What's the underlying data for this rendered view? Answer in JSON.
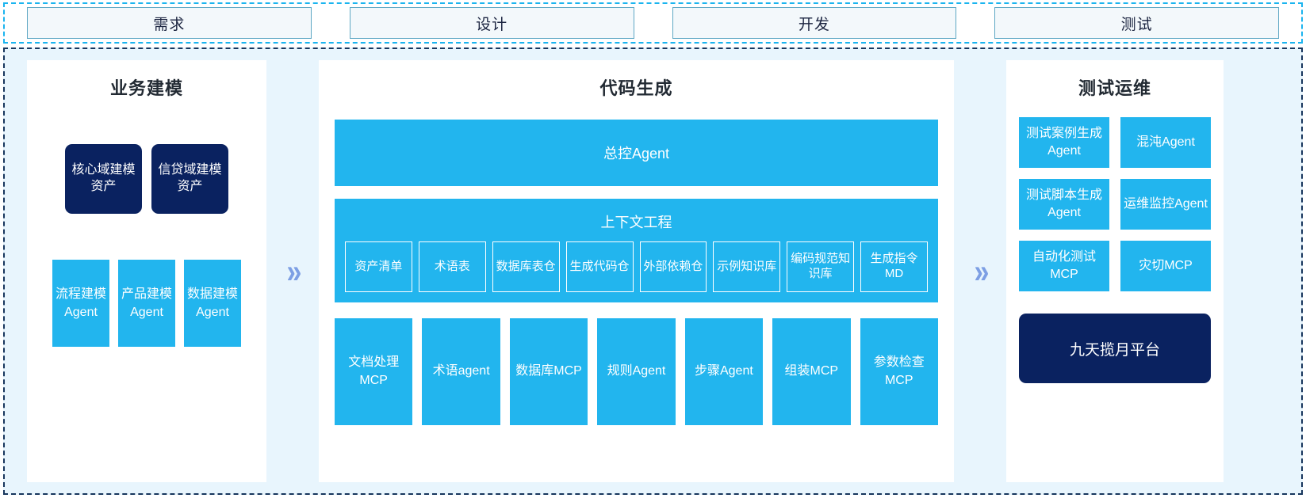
{
  "stages": [
    {
      "label": "需求"
    },
    {
      "label": "设计"
    },
    {
      "label": "开发"
    },
    {
      "label": "测试"
    }
  ],
  "colors": {
    "accent_cyan": "#22b5ee",
    "dark_navy": "#0a2260",
    "panel_bg": "#e8f5fd",
    "chevron": "#7d9fe4",
    "stage_border": "#5fa8c4",
    "stage_fill": "#f3f8fb",
    "dashed_outer": "#1ab4ef",
    "dashed_main": "#17365d"
  },
  "chevrons": [
    {
      "glyph": "»",
      "name": "chevron-left-to-center"
    },
    {
      "glyph": "»",
      "name": "chevron-center-to-right"
    }
  ],
  "left_panel": {
    "title": "业务建模",
    "assets": [
      {
        "label": "核心域建模资产"
      },
      {
        "label": "信贷域建模资产"
      }
    ],
    "agents": [
      {
        "label": "流程建模Agent"
      },
      {
        "label": "产品建模Agent"
      },
      {
        "label": "数据建模Agent"
      }
    ]
  },
  "center_panel": {
    "title": "代码生成",
    "master_agent": "总控Agent",
    "context": {
      "title": "上下文工程",
      "items": [
        {
          "label": "资产清单"
        },
        {
          "label": "术语表"
        },
        {
          "label": "数据库表仓"
        },
        {
          "label": "生成代码仓"
        },
        {
          "label": "外部依赖仓"
        },
        {
          "label": "示例知识库"
        },
        {
          "label": "编码规范知识库"
        },
        {
          "label": "生成指令MD"
        }
      ]
    },
    "tools": [
      {
        "label": "文档处理MCP"
      },
      {
        "label": "术语agent"
      },
      {
        "label": "数据库MCP"
      },
      {
        "label": "规则Agent"
      },
      {
        "label": "步骤Agent"
      },
      {
        "label": "组装MCP"
      },
      {
        "label": "参数检查MCP"
      }
    ]
  },
  "right_panel": {
    "title": "测试运维",
    "items": [
      {
        "label": "测试案例生成Agent"
      },
      {
        "label": "混沌Agent"
      },
      {
        "label": "测试脚本生成Agent"
      },
      {
        "label": "运维监控Agent"
      },
      {
        "label": "自动化测试MCP"
      },
      {
        "label": "灾切MCP"
      }
    ],
    "platform": "九天揽月平台"
  }
}
